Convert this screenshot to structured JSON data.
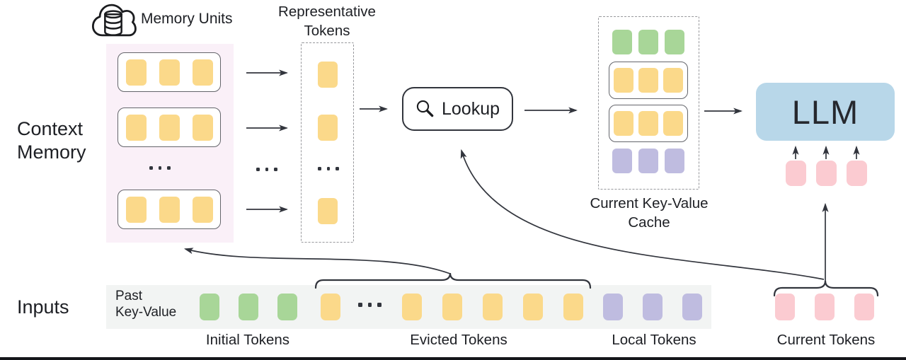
{
  "colors": {
    "yellow": "#FBD98A",
    "green": "#A8D698",
    "purple": "#BFBCE0",
    "pink": "#FBCBD1",
    "blue": "#B8D7E9",
    "memory_bg": "#FAF0F8",
    "strip_bg": "#F2F4F3",
    "line": "#32353D",
    "text": "#1D1F24",
    "dash": "#97989C",
    "row_border": "#64656B"
  },
  "context_memory": {
    "line1": "Context",
    "line2": "Memory"
  },
  "memory_units": {
    "label": "Memory Units"
  },
  "representative": {
    "line1": "Representative",
    "line2": "Tokens"
  },
  "lookup": {
    "label": "Lookup"
  },
  "cache": {
    "line1": "Current Key-Value",
    "line2": "Cache"
  },
  "llm": {
    "label": "LLM"
  },
  "inputs": {
    "label": "Inputs",
    "past_kv_line1": "Past",
    "past_kv_line2": "Key-Value"
  },
  "token_groups": {
    "memory_row": {
      "count": 3,
      "color": "yellow"
    },
    "rep_token": {
      "count": 1,
      "color": "yellow"
    },
    "cache_rows": [
      {
        "count": 3,
        "color": "green"
      },
      {
        "count": 3,
        "color": "yellow"
      },
      {
        "count": 3,
        "color": "yellow"
      },
      {
        "count": 3,
        "color": "purple"
      }
    ],
    "llm_inputs": {
      "count": 3,
      "color": "pink"
    },
    "initial": {
      "label": "Initial Tokens",
      "count": 3,
      "color": "green"
    },
    "evicted": {
      "label": "Evicted Tokens",
      "before": {
        "count": 1,
        "color": "yellow"
      },
      "after": {
        "count": 5,
        "color": "yellow"
      }
    },
    "local": {
      "label": "Local Tokens",
      "count": 3,
      "color": "purple"
    },
    "current": {
      "label": "Current Tokens",
      "count": 3,
      "color": "pink"
    }
  }
}
